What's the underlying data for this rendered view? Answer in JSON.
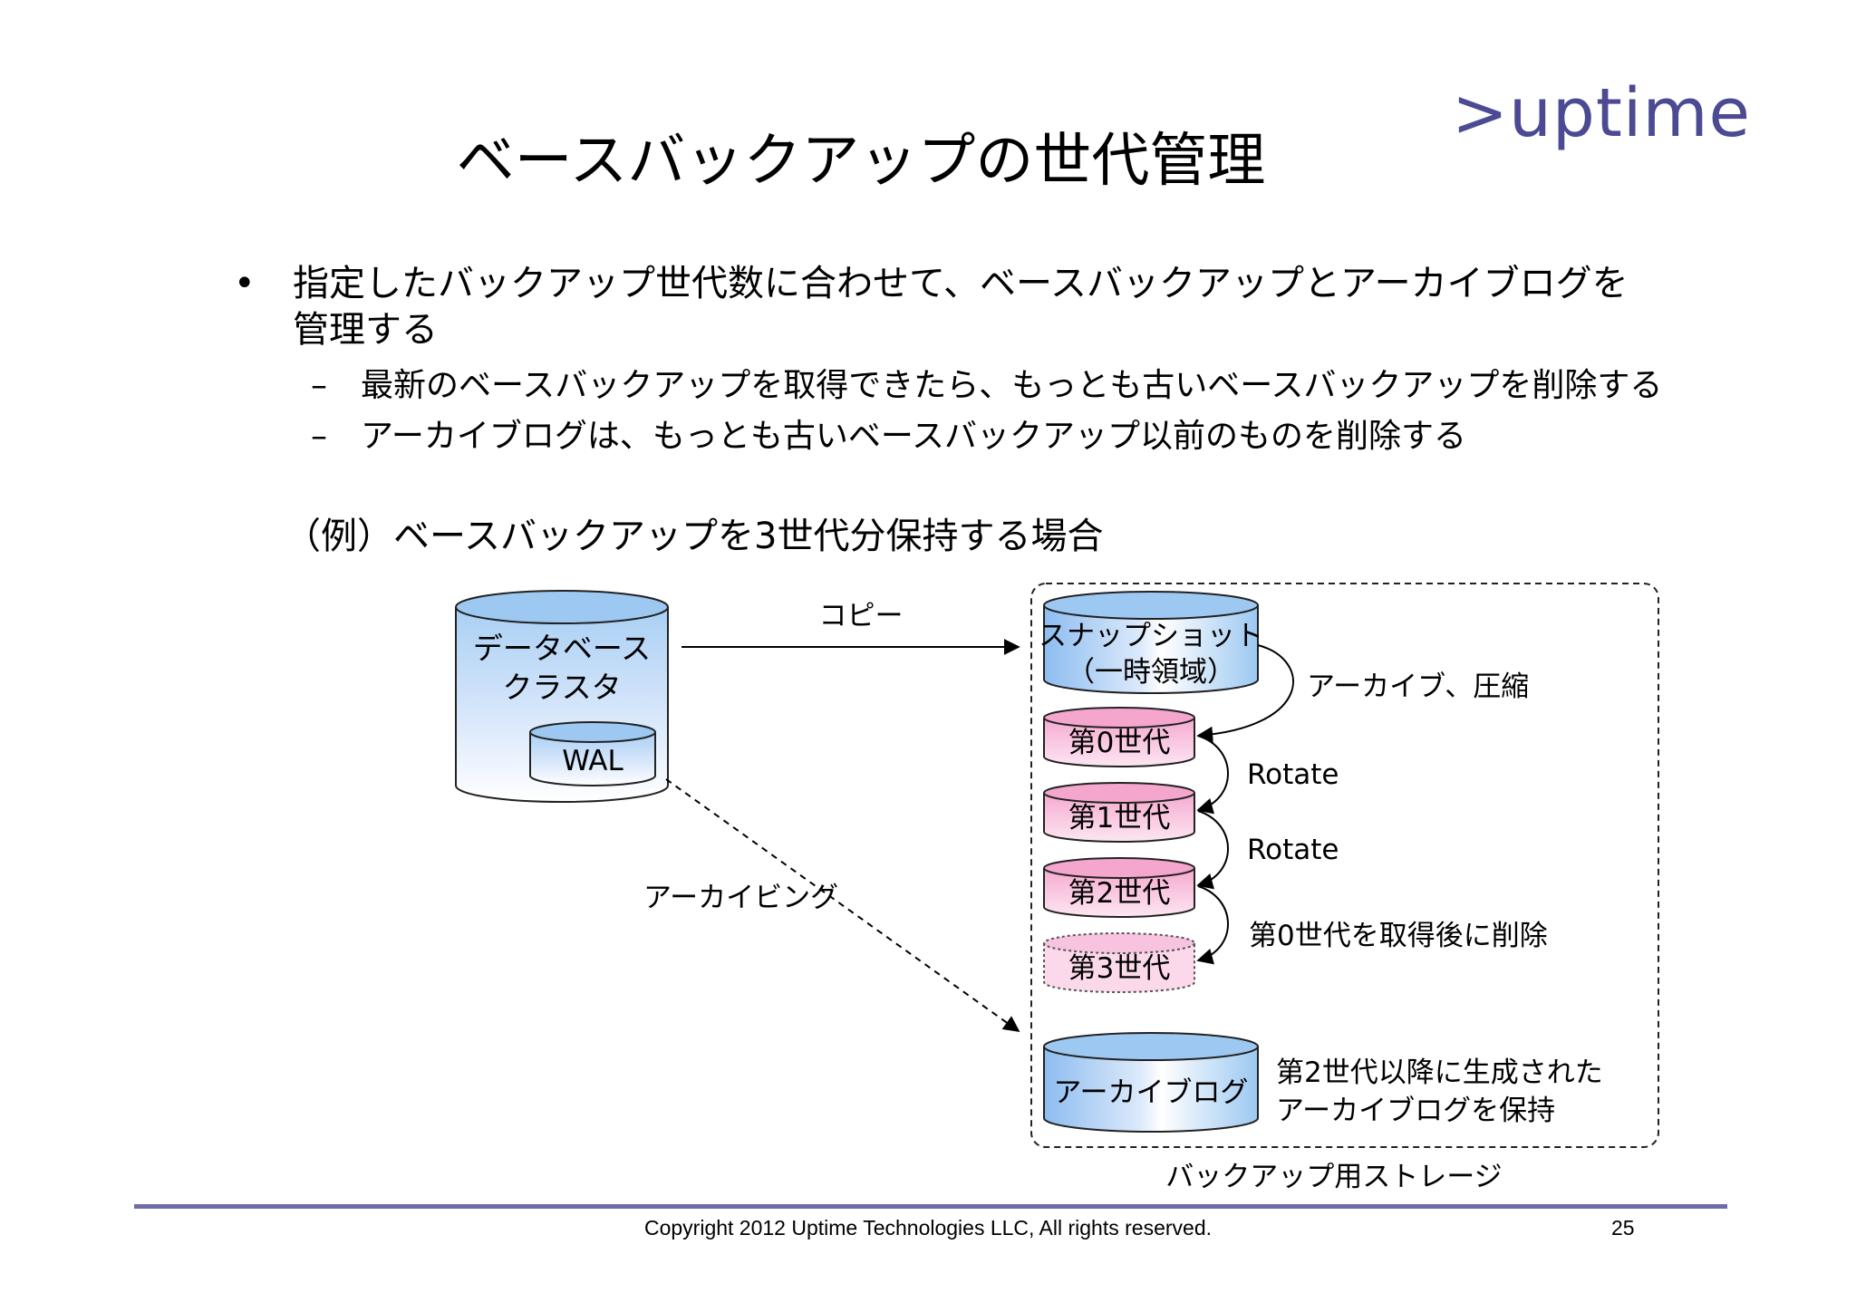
{
  "logo": {
    "text": ">uptime"
  },
  "title": "ベースバックアップの世代管理",
  "bullets": [
    {
      "marker": "•",
      "lines": [
        "指定したバックアップ世代数に合わせて、ベースバックアップとアーカイブログを",
        "管理する"
      ],
      "sub": [
        {
          "marker": "–",
          "text": "最新のベースバックアップを取得できたら、もっとも古いベースバックアップを削除する"
        },
        {
          "marker": "–",
          "text": "アーカイブログは、もっとも古いベースバックアップ以前のものを削除する"
        }
      ]
    }
  ],
  "example_label": "（例）ベースバックアップを3世代分保持する場合",
  "diagram": {
    "db_cluster": {
      "line1": "データベース",
      "line2": "クラスタ"
    },
    "wal": "WAL",
    "copy_label": "コピー",
    "archiving_label": "アーカイビング",
    "snapshot": {
      "line1": "スナップショット",
      "line2": "（一時領域）"
    },
    "archive_compress_label": "アーカイブ、圧縮",
    "generations": [
      "第0世代",
      "第1世代",
      "第2世代",
      "第3世代"
    ],
    "rotate_label": "Rotate",
    "delete_label": "第0世代を取得後に削除",
    "archive_log": "アーカイブログ",
    "retain_note": {
      "line1": "第2世代以降に生成された",
      "line2": "アーカイブログを保持"
    },
    "storage_label": "バックアップ用ストレージ"
  },
  "footer": {
    "copyright": "Copyright 2012 Uptime Technologies LLC, All rights reserved.",
    "page_number": "25"
  },
  "colors": {
    "blue_top": "#9cc8f2",
    "pink": "#f4a6cc",
    "logo": "#4b4a93",
    "rule": "#6e6ca8"
  }
}
